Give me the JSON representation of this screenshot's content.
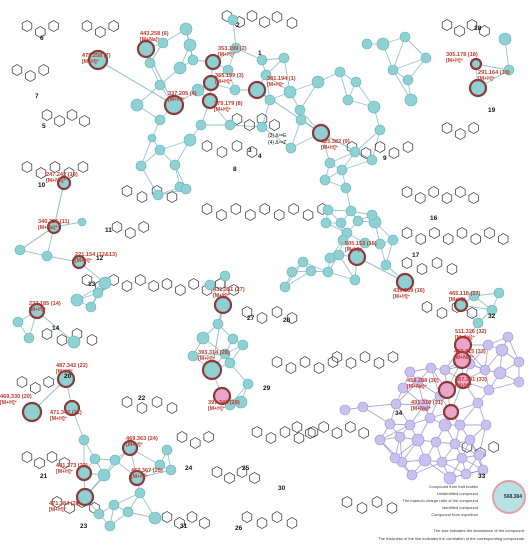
{
  "figure": {
    "structure_labels": [
      "1",
      "2",
      "3",
      "4",
      "5",
      "6",
      "7",
      "8",
      "9",
      "10",
      "11",
      "12",
      "13",
      "14",
      "16",
      "17",
      "18",
      "19",
      "20",
      "21",
      "22",
      "23",
      "24",
      "25",
      "26",
      "27",
      "28",
      "29",
      "30",
      "31",
      "32",
      "33",
      "34"
    ],
    "isomer_note": [
      "(3) Δ¹=E",
      "(4) Δ¹=Z"
    ],
    "compounds": [
      {
        "id": "c1",
        "mz": "381.194 (1)",
        "ion": "[M+H]⁺"
      },
      {
        "id": "c2",
        "mz": "353.199 (2)",
        "ion": "[M+H]⁺"
      },
      {
        "id": "c3",
        "mz": "365.199 (3)",
        "ion": "[M+H]⁺"
      },
      {
        "id": "c4",
        "mz": "379.179 (8)",
        "ion": "[M+H]⁺"
      },
      {
        "id": "c5",
        "mz": "337.205 (4)",
        "ion": "[M+H]⁺"
      },
      {
        "id": "c6",
        "mz": "443.258 (6)",
        "ion": "[M+Na]⁺"
      },
      {
        "id": "c7",
        "mz": "475.258 (7)",
        "ion": "[M+H]⁺"
      },
      {
        "id": "c8",
        "mz": "625.382 (9)",
        "ion": "[M+H]⁺"
      },
      {
        "id": "c9",
        "mz": "305.178 (18)",
        "ion": "[M+H]⁺"
      },
      {
        "id": "c10",
        "mz": "291.164 (19)",
        "ion": "[M+H]⁺"
      },
      {
        "id": "c11",
        "mz": "247.242 (10)",
        "ion": "[M+Na]⁺"
      },
      {
        "id": "c12",
        "mz": "340.226 (11)",
        "ion": "[M+Na]⁺"
      },
      {
        "id": "c13",
        "mz": "221.154 (12&13)",
        "ion": "[M+H]⁺"
      },
      {
        "id": "c14",
        "mz": "237.185 (14)",
        "ion": "[M+H]⁺"
      },
      {
        "id": "c15",
        "mz": "505.153 (15)",
        "ion": "[M+H]⁺"
      },
      {
        "id": "c16",
        "mz": "439.139 (16)",
        "ion": "[M+H]⁺"
      },
      {
        "id": "c17",
        "mz": "431.351 (27)",
        "ion": "[M+H]⁺"
      },
      {
        "id": "c18",
        "mz": "465.118 (17)",
        "ion": "[M+H]⁺"
      },
      {
        "id": "c19",
        "mz": "393.314 (28)",
        "ion": "[M+H]⁺"
      },
      {
        "id": "c20",
        "mz": "397.346 (29)",
        "ion": "[M+H]⁺"
      },
      {
        "id": "c21",
        "mz": "459.288 (30)",
        "ion": "[M+Na]⁺"
      },
      {
        "id": "c22",
        "mz": "491.310 (31)",
        "ion": "[M+Na]⁺"
      },
      {
        "id": "c23",
        "mz": "511.326 (32)",
        "ion": "[M+Na]⁺"
      },
      {
        "id": "c24",
        "mz": "493.315 (33)",
        "ion": "[M+Na]⁺"
      },
      {
        "id": "c25",
        "mz": "467.301 (33)",
        "ion": "[M+H]⁺"
      },
      {
        "id": "c26",
        "mz": "487.342 (22)",
        "ion": "[M+H]⁺"
      },
      {
        "id": "c27",
        "mz": "469.330 (20)",
        "ion": "[M+H]⁺"
      },
      {
        "id": "c28",
        "mz": "471.347 (21)",
        "ion": "[M+H]⁺"
      },
      {
        "id": "c29",
        "mz": "469.363 (24)",
        "ion": "[M+H]⁺"
      },
      {
        "id": "c30",
        "mz": "441.373 (23)",
        "ion": "[M+H]⁺"
      },
      {
        "id": "c31",
        "mz": "471.384 (26)",
        "ion": "[M+H]⁺"
      },
      {
        "id": "c32",
        "mz": "457.367 (25)",
        "ion": "[M+H]⁺"
      }
    ],
    "legend": {
      "key_label": "568.384",
      "rows": [
        "Compound from fruit bodies",
        "Unidentified compound",
        "The mass-to-charge ratio of the compound",
        "Identified compound",
        "Compound from mycelium",
        "The size indicates the abundance of the compound",
        "The thickness of the line indicates the correlation of the corresponding compounds"
      ]
    },
    "colors": {
      "teal_node": "#8fd0d3",
      "teal_node_stroke": "#5fb2b6",
      "lavender_node": "#c9c2ee",
      "identified_ring": "#8b3a3a",
      "pink_fill": "#e9a6c9",
      "label_red": "#c0392b",
      "edge_teal": "#6fa9ad",
      "edge_purple": "#8a7fc7"
    }
  }
}
